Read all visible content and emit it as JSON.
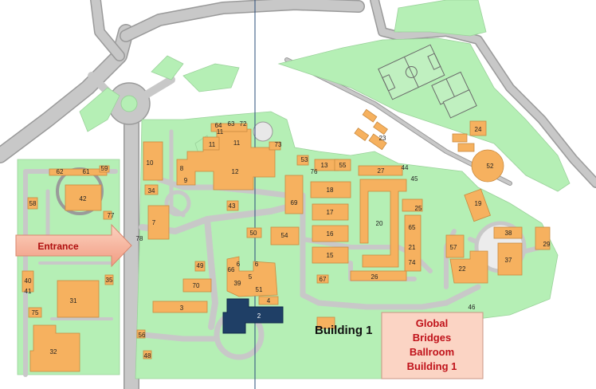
{
  "entrance_label": "Entrance",
  "building_label": "Building 1",
  "callout": {
    "lines": [
      "Global",
      "Bridges",
      "Ballroom",
      "Building 1"
    ]
  },
  "colors": {
    "lawn": "#b5efb5",
    "building": "#f6b15f",
    "highlight_building": "#1f3f66",
    "road": "#c8c8c8",
    "callout_bg": "#fbd4c4",
    "callout_text": "#c0121a",
    "entrance_bg": "#f7b8a0"
  },
  "building_numbers": {
    "b2": "2",
    "b3": "3",
    "b4": "4",
    "b5": "5",
    "b6": "6",
    "b7": "7",
    "b8": "8",
    "b9": "9",
    "b10": "10",
    "b11a": "11",
    "b11b": "11",
    "b11c": "11",
    "b12": "12",
    "b13": "13",
    "b15": "15",
    "b16": "16",
    "b17": "17",
    "b18": "18",
    "b19": "19",
    "b20": "20",
    "b21": "21",
    "b22": "22",
    "b23": "23",
    "b24": "24",
    "b25": "25",
    "b26": "26",
    "b27": "27",
    "b29": "29",
    "b31": "31",
    "b32": "32",
    "b34": "34",
    "b35": "35",
    "b37": "37",
    "b38": "38",
    "b39": "39",
    "b40": "40",
    "b41": "41",
    "b42": "42",
    "b43": "43",
    "b44": "44",
    "b45": "45",
    "b46": "46",
    "b48": "48",
    "b49": "49",
    "b50": "50",
    "b51": "51",
    "b52": "52",
    "b53": "53",
    "b54": "54",
    "b55": "55",
    "b56": "56",
    "b57": "57",
    "b58": "58",
    "b59": "59",
    "b61": "61",
    "b62": "62",
    "b63": "63",
    "b64": "64",
    "b65": "65",
    "b66": "66",
    "b67": "67",
    "b69": "69",
    "b70": "70",
    "b72": "72",
    "b73": "73",
    "b74": "74",
    "b75": "75",
    "b76": "76",
    "b77": "77",
    "b78": "78"
  }
}
